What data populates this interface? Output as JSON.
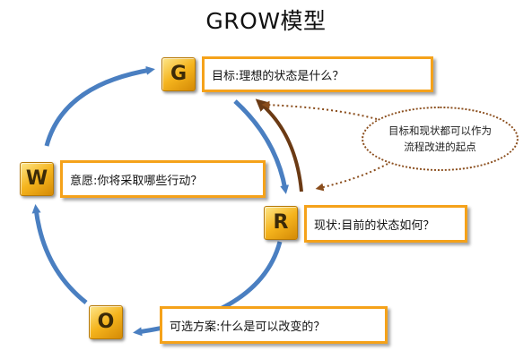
{
  "title": "GROW模型",
  "steps": [
    {
      "letter": "G",
      "text": "目标:理想的状态是什么？"
    },
    {
      "letter": "R",
      "text": "现状:目前的状态如何？"
    },
    {
      "letter": "O",
      "text": "可选方案:什么是可以改变的？"
    },
    {
      "letter": "W",
      "text": "意愿:你将采取哪些行动？"
    }
  ],
  "note": {
    "line1": "目标和现状都可以作为",
    "line2": "流程改进的起点"
  },
  "colors": {
    "cycle_arrow": "#4a7fc1",
    "back_arrow": "#6b3a14",
    "box_border": "#f5a21a",
    "letter_fill": "#f5b41d"
  }
}
